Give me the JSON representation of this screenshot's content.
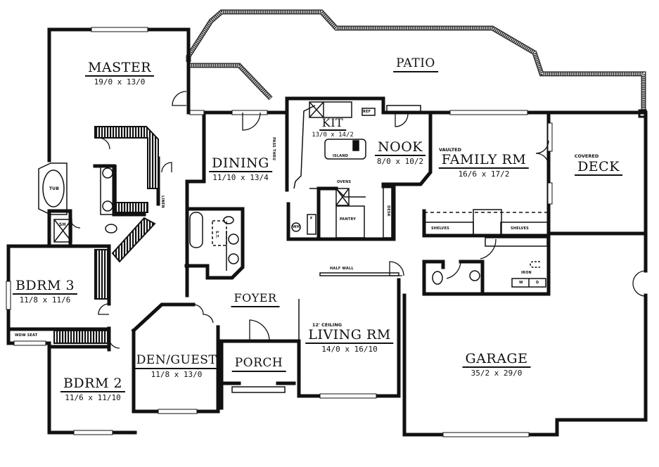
{
  "plan": {
    "type": "floor-plan",
    "rooms": [
      {
        "id": "master",
        "name": "MASTER",
        "dims": "19/0 x 13/0"
      },
      {
        "id": "patio",
        "name": "PATIO",
        "dims": ""
      },
      {
        "id": "kit",
        "name": "KIT",
        "dims": "13/0 x 14/2"
      },
      {
        "id": "nook",
        "name": "NOOK",
        "dims": "8/0 x 10/2"
      },
      {
        "id": "dining",
        "name": "DINING",
        "dims": "11/10 x 13/4"
      },
      {
        "id": "family",
        "name": "FAMILY RM",
        "dims": "16/6 x 17/2",
        "note": "VAULTED"
      },
      {
        "id": "deck",
        "name": "DECK",
        "dims": "",
        "note": "COVERED"
      },
      {
        "id": "bdrm3",
        "name": "BDRM 3",
        "dims": "11/8 x 11/6"
      },
      {
        "id": "foyer",
        "name": "FOYER",
        "dims": ""
      },
      {
        "id": "living",
        "name": "LIVING RM",
        "dims": "14/0 x 16/10",
        "note": "12' CEILING"
      },
      {
        "id": "garage",
        "name": "GARAGE",
        "dims": "35/2 x 29/0"
      },
      {
        "id": "bdrm2",
        "name": "BDRM 2",
        "dims": "11/6 x 11/10"
      },
      {
        "id": "den",
        "name": "DEN/GUEST",
        "dims": "11/8 x 13/0"
      },
      {
        "id": "porch",
        "name": "PORCH",
        "dims": ""
      }
    ],
    "fixtures": {
      "tub": "TUB",
      "shower": "SH",
      "linen": "LINEN",
      "pass_thru": "PASS THRU",
      "island": "ISLAND",
      "ref": "REF",
      "ovens": "OVENS",
      "pantry": "PANTRY",
      "desk": "DESK",
      "wh": "WH",
      "f": "F",
      "shelves_left": "SHELVES",
      "shelves_right": "SHELVES",
      "iron": "IRON",
      "washer": "W",
      "dryer": "D",
      "half_wall": "HALF WALL",
      "window_seat": "WDW SEAT",
      "seat_tub": "S.T."
    },
    "colors": {
      "wall": "#111111",
      "background": "#ffffff",
      "hatch": "#555555"
    }
  }
}
